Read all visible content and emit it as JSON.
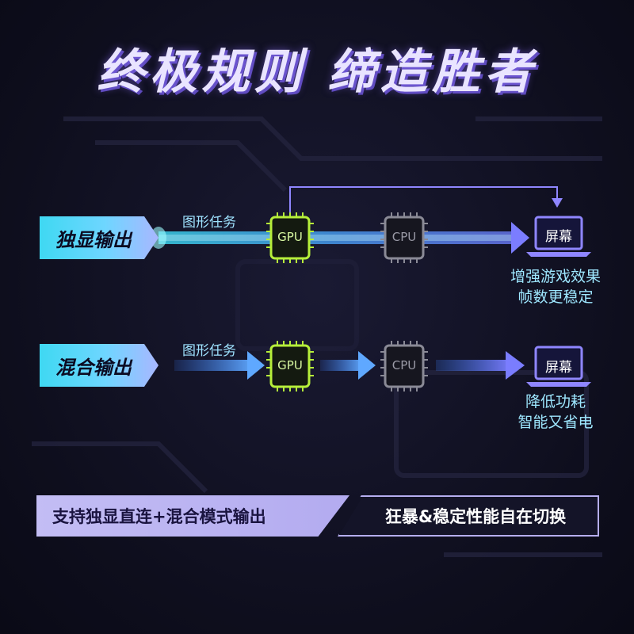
{
  "title": "终极规则  缔造胜者",
  "rows": [
    {
      "mode_label": "独显输出",
      "task_label": "图形任务",
      "gpu_label": "GPU",
      "cpu_label": "CPU",
      "screen_label": "屏幕",
      "desc_line1": "增强游戏效果",
      "desc_line2": "帧数更稳定"
    },
    {
      "mode_label": "混合输出",
      "task_label": "图形任务",
      "gpu_label": "GPU",
      "cpu_label": "CPU",
      "screen_label": "屏幕",
      "desc_line1": "降低功耗",
      "desc_line2": "智能又省电"
    }
  ],
  "bottom": {
    "left_text": "支持独显直连+混合模式输出",
    "right_text": "狂暴&稳定性能自在切换"
  },
  "colors": {
    "gpu_chip": "#b6ef3a",
    "cpu_chip": "#8a8a96",
    "screen": "#8f86ff",
    "flow_blue": "#4da6ff",
    "tag_cyan": "#3fd8f2"
  }
}
